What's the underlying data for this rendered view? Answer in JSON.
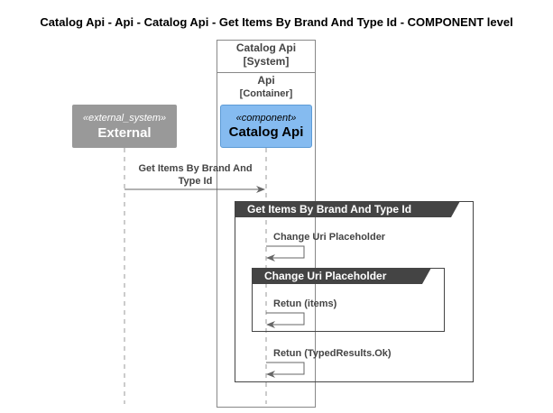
{
  "diagram": {
    "title": "Catalog Api - Api - Catalog Api - Get Items By Brand And Type Id - COMPONENT level",
    "system": {
      "name": "Catalog Api",
      "type": "[System]"
    },
    "container": {
      "name": "Api",
      "type": "[Container]"
    },
    "participants": [
      {
        "stereotype": "«external_system»",
        "name": "External"
      },
      {
        "stereotype": "«component»",
        "name": "Catalog Api"
      }
    ],
    "messages": {
      "call": [
        "Get Items By Brand And",
        "Type Id"
      ],
      "self1": "Change Uri Placeholder",
      "self2": "Retun (items)",
      "self3": "Retun (TypedResults.Ok)"
    },
    "frames": {
      "outer": "Get Items By Brand And Type Id",
      "inner": "Change Uri Placeholder"
    },
    "colors": {
      "external": "#999999",
      "component": "#85bbf0",
      "frame_tab": "#444444",
      "line": "#666666"
    }
  }
}
